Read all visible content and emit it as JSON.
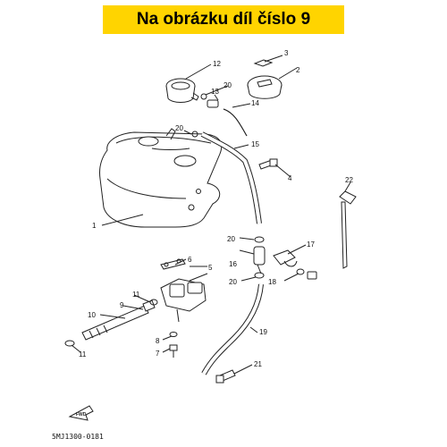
{
  "banner": {
    "text": "Na obrázku díl číslo 9",
    "color": "#ffd400"
  },
  "diagram_code": "5MJ1300-0181",
  "fwd_label": "FWD",
  "callouts": [
    {
      "id": "c1",
      "label": "1"
    },
    {
      "id": "c2",
      "label": "2"
    },
    {
      "id": "c3",
      "label": "3"
    },
    {
      "id": "c4",
      "label": "4"
    },
    {
      "id": "c5",
      "label": "5"
    },
    {
      "id": "c6",
      "label": "6"
    },
    {
      "id": "c7",
      "label": "7"
    },
    {
      "id": "c8",
      "label": "8"
    },
    {
      "id": "c9",
      "label": "9"
    },
    {
      "id": "c10",
      "label": "10"
    },
    {
      "id": "c11a",
      "label": "11"
    },
    {
      "id": "c11b",
      "label": "11"
    },
    {
      "id": "c12",
      "label": "12"
    },
    {
      "id": "c13",
      "label": "13"
    },
    {
      "id": "c14",
      "label": "14"
    },
    {
      "id": "c15",
      "label": "15"
    },
    {
      "id": "c16",
      "label": "16"
    },
    {
      "id": "c17",
      "label": "17"
    },
    {
      "id": "c18",
      "label": "18"
    },
    {
      "id": "c19",
      "label": "19"
    },
    {
      "id": "c20a",
      "label": "20"
    },
    {
      "id": "c20b",
      "label": "20"
    },
    {
      "id": "c20c",
      "label": "20"
    },
    {
      "id": "c20d",
      "label": "20"
    },
    {
      "id": "c21",
      "label": "21"
    },
    {
      "id": "c22",
      "label": "22"
    }
  ]
}
